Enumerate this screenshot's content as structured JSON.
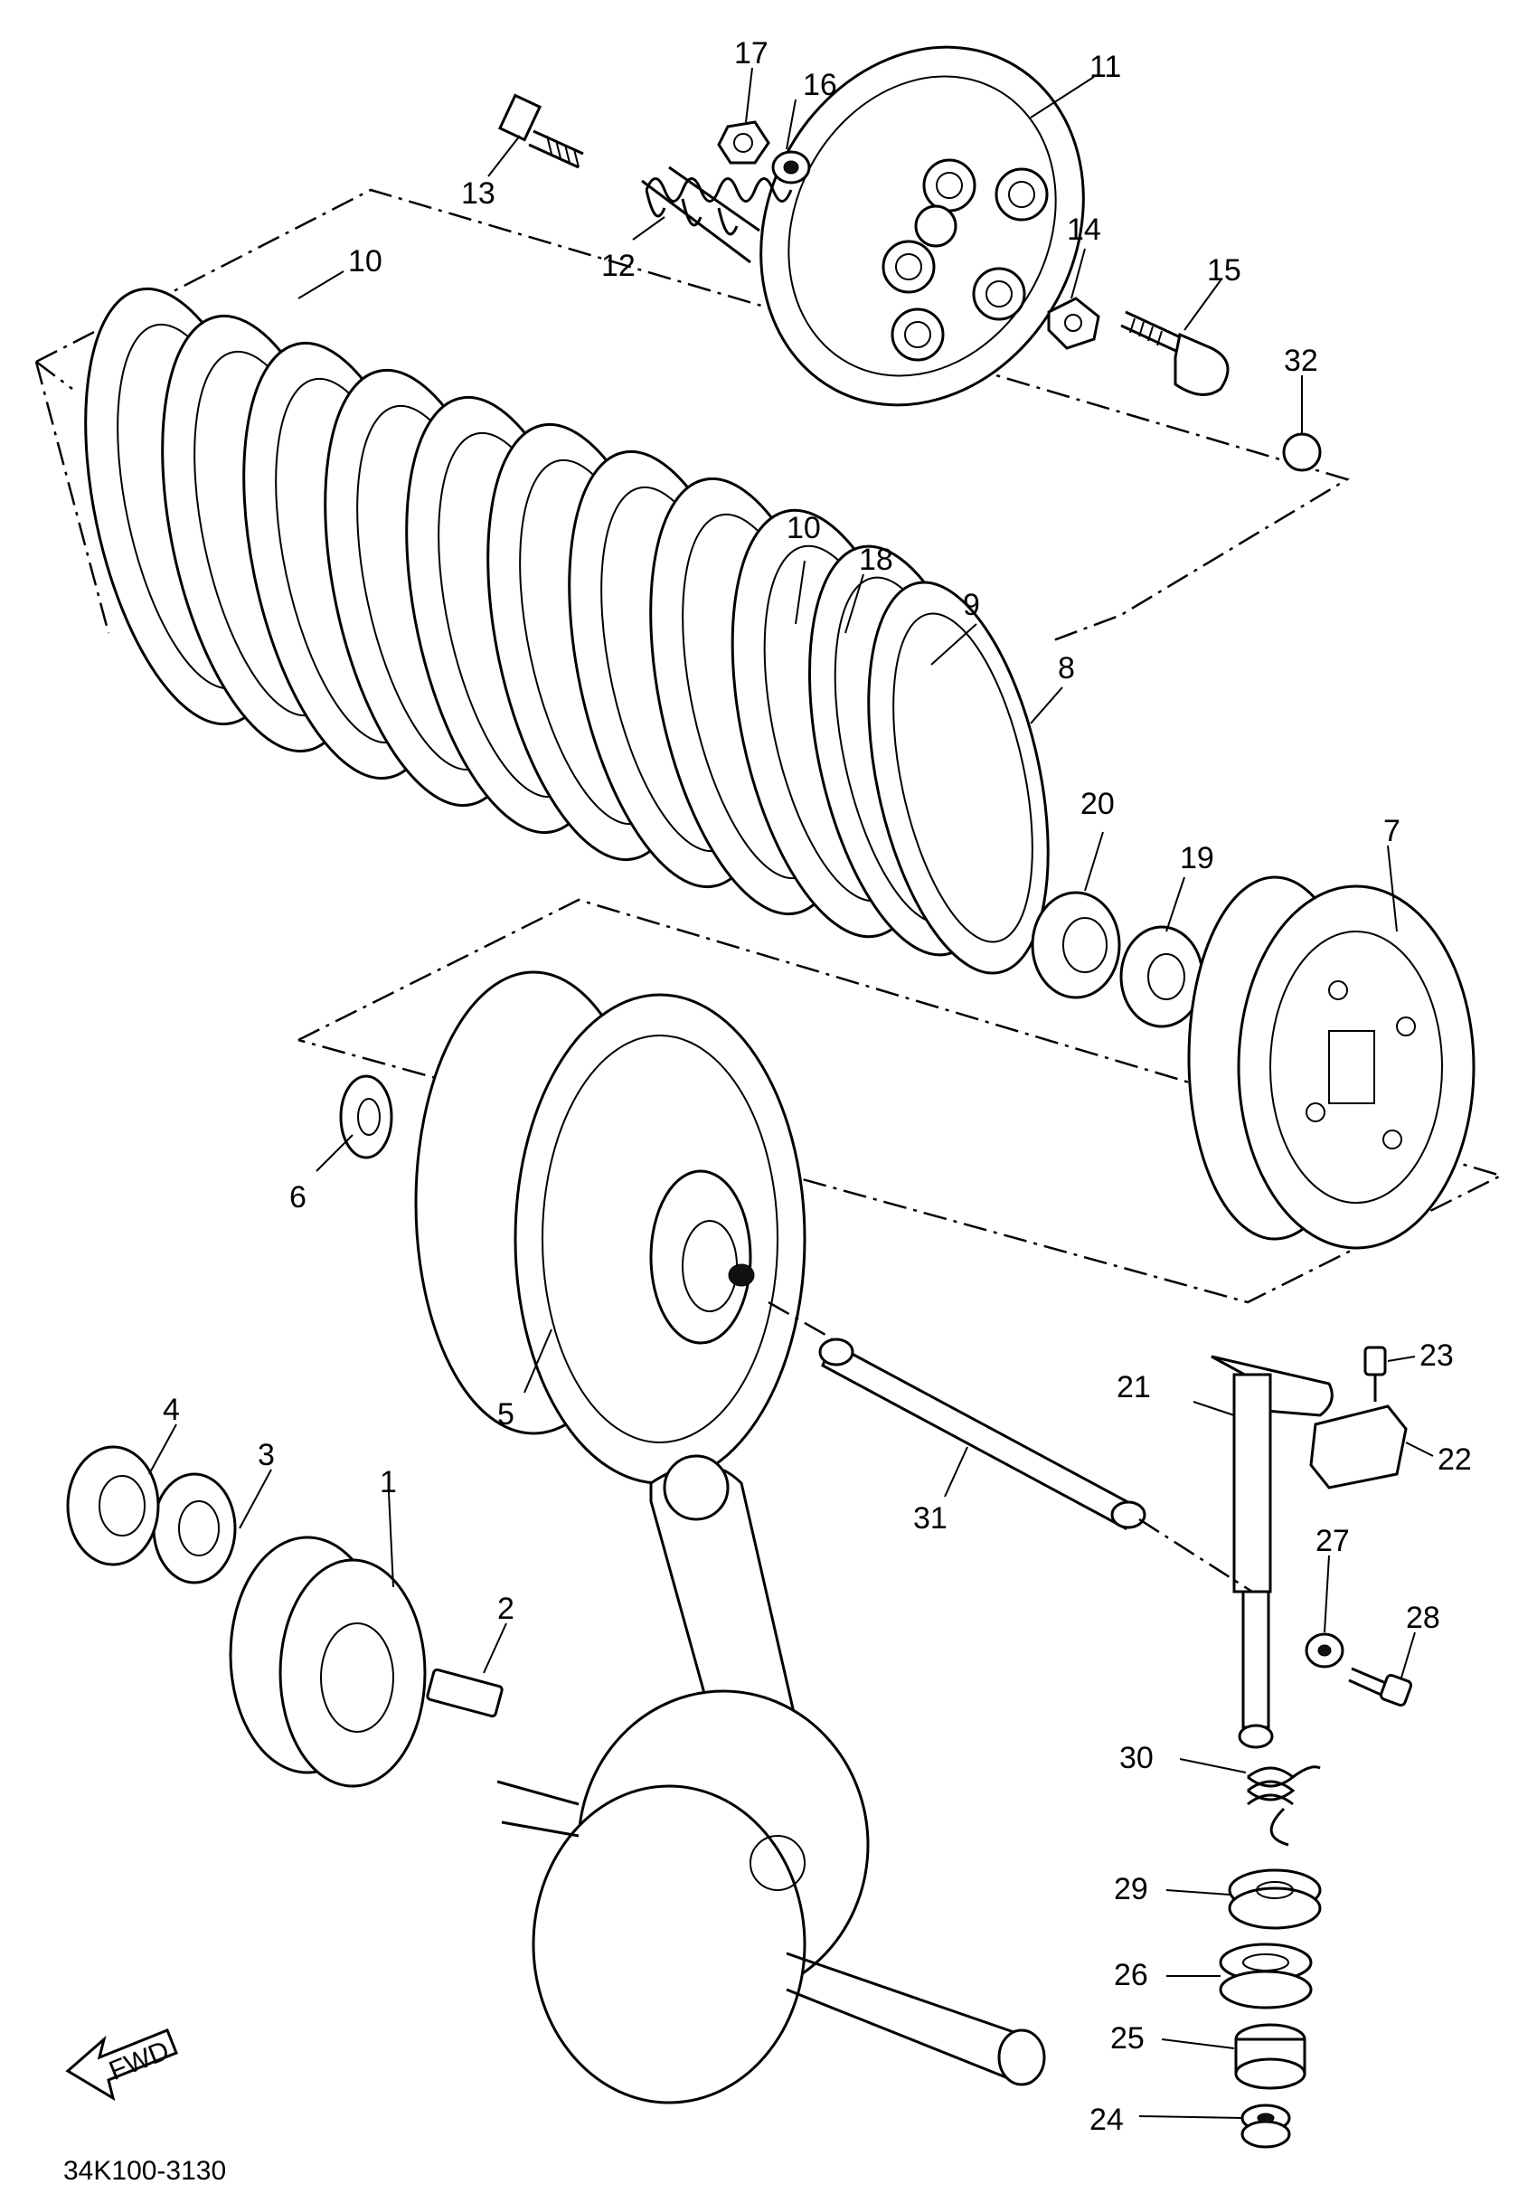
{
  "diagram": {
    "reference_code": "34K100-3130",
    "fwd_label": "FWD",
    "callouts": [
      "1",
      "2",
      "3",
      "4",
      "5",
      "6",
      "7",
      "8",
      "9",
      "10",
      "10",
      "11",
      "12",
      "13",
      "14",
      "15",
      "16",
      "17",
      "18",
      "19",
      "20",
      "21",
      "22",
      "23",
      "24",
      "25",
      "26",
      "27",
      "28",
      "29",
      "30",
      "31",
      "32"
    ]
  }
}
